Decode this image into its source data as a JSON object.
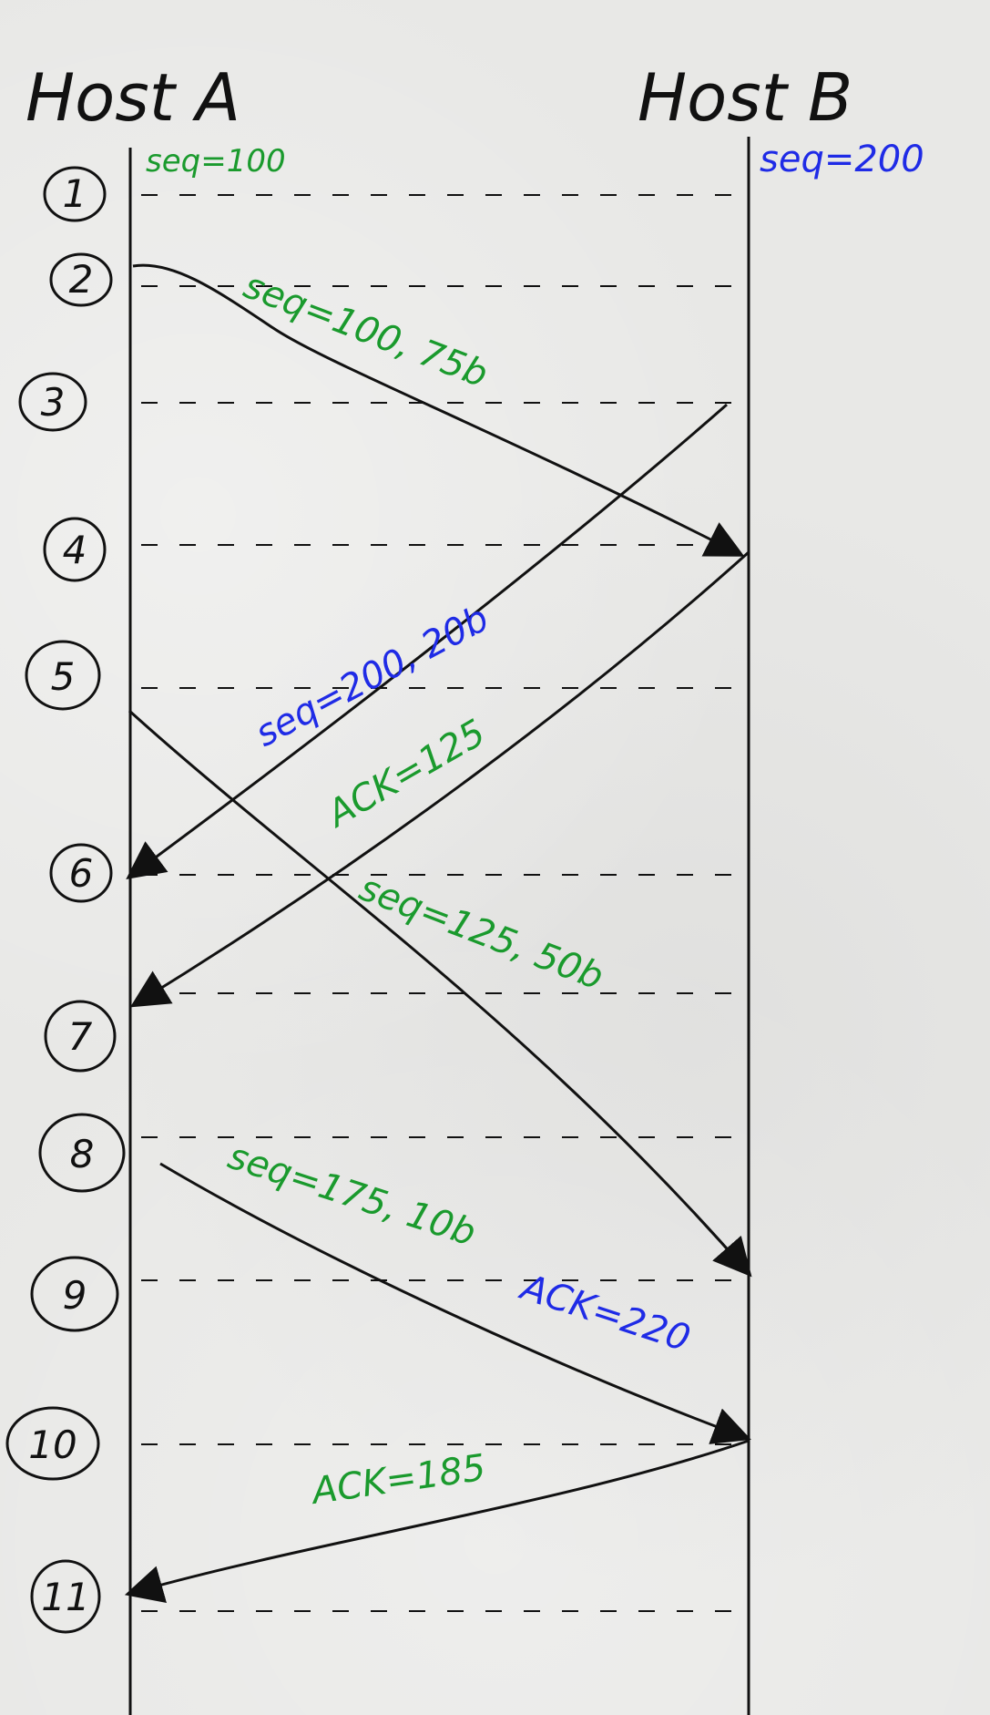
{
  "hosts": {
    "a": {
      "label": "Host A"
    },
    "b": {
      "label": "Host B"
    }
  },
  "initial": {
    "a_seq": "seq=100",
    "b_seq": "seq=200"
  },
  "steps": [
    "1",
    "2",
    "3",
    "4",
    "5",
    "6",
    "7",
    "8",
    "9",
    "10",
    "11"
  ],
  "messages": {
    "m1": "seq=100, 75b",
    "m2": "seq=200, 20b",
    "m3": "ACK=125",
    "m4": "seq=125, 50b",
    "m5": "seq=175, 10b",
    "m6": "ACK=220",
    "m7": "ACK=185"
  },
  "colors": {
    "ink": "#111111",
    "green": "#1a9a2d",
    "blue": "#1f2be6",
    "paper": "#e8e8e6"
  }
}
